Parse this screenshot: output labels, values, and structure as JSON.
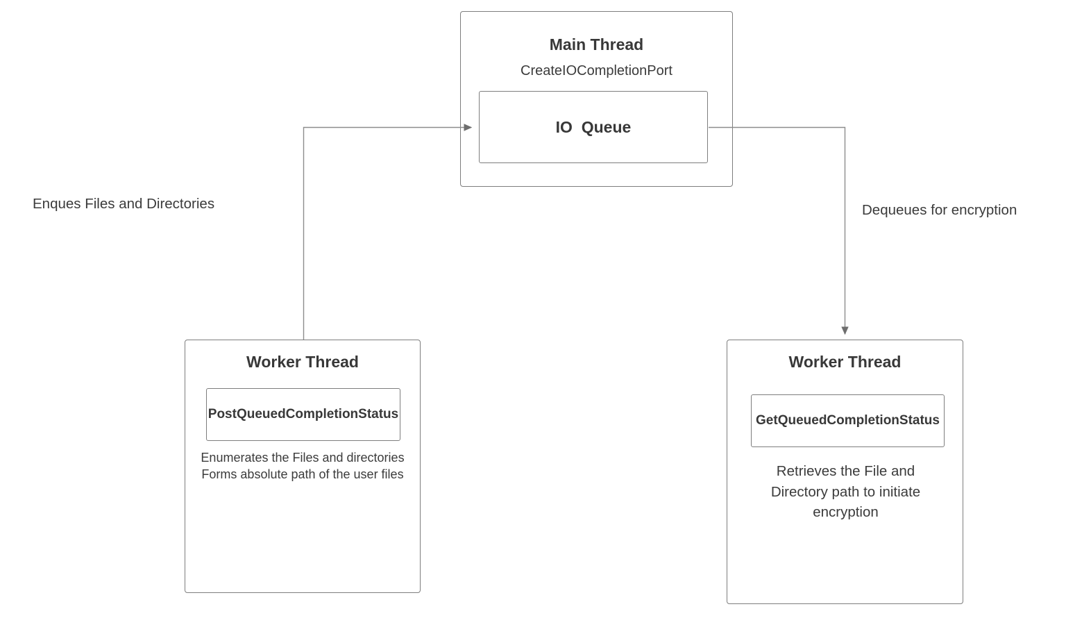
{
  "diagram": {
    "main_thread": {
      "title": "Main Thread",
      "subtitle": "CreateIOCompletionPort",
      "queue_label": "IO  Queue"
    },
    "worker_left": {
      "title": "Worker Thread",
      "api_label": "PostQueuedCompletionStatus",
      "description_lines": [
        "Enumerates the Files and directories",
        "Forms absolute path of the user files"
      ]
    },
    "worker_right": {
      "title": "Worker Thread",
      "api_label": "GetQueuedCompletionStatus",
      "description": "Retrieves the File and Directory path to initiate encryption"
    },
    "edges": {
      "enqueue_label": "Enques Files and Directories",
      "dequeue_label": "Dequeues for encryption"
    },
    "colors": {
      "box_border": "#7d7d7d",
      "connector": "#8c8c8c",
      "arrowhead": "#6e6e6e",
      "text": "#3b3b3b",
      "background": "#ffffff"
    }
  }
}
